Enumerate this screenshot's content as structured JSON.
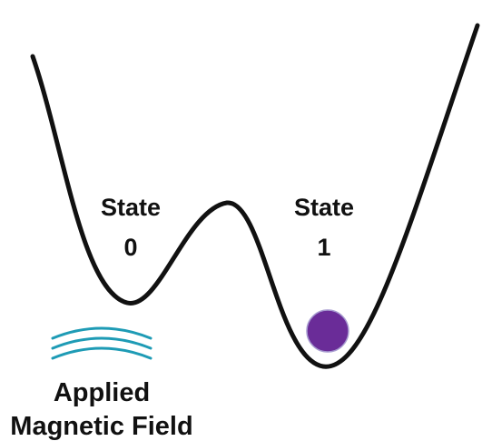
{
  "diagram": {
    "states": [
      {
        "title": "State",
        "number": "0"
      },
      {
        "title": "State",
        "number": "1"
      }
    ],
    "field_label": {
      "line1": "Applied",
      "line2": "Magnetic Field"
    },
    "colors": {
      "curve": "#111111",
      "ball": "#6a2c98",
      "ball_outline": "#a79bd0",
      "field_lines": "#1e9bb5",
      "text": "#111111"
    },
    "icons": [
      "magnetic-field-lines-icon"
    ]
  }
}
